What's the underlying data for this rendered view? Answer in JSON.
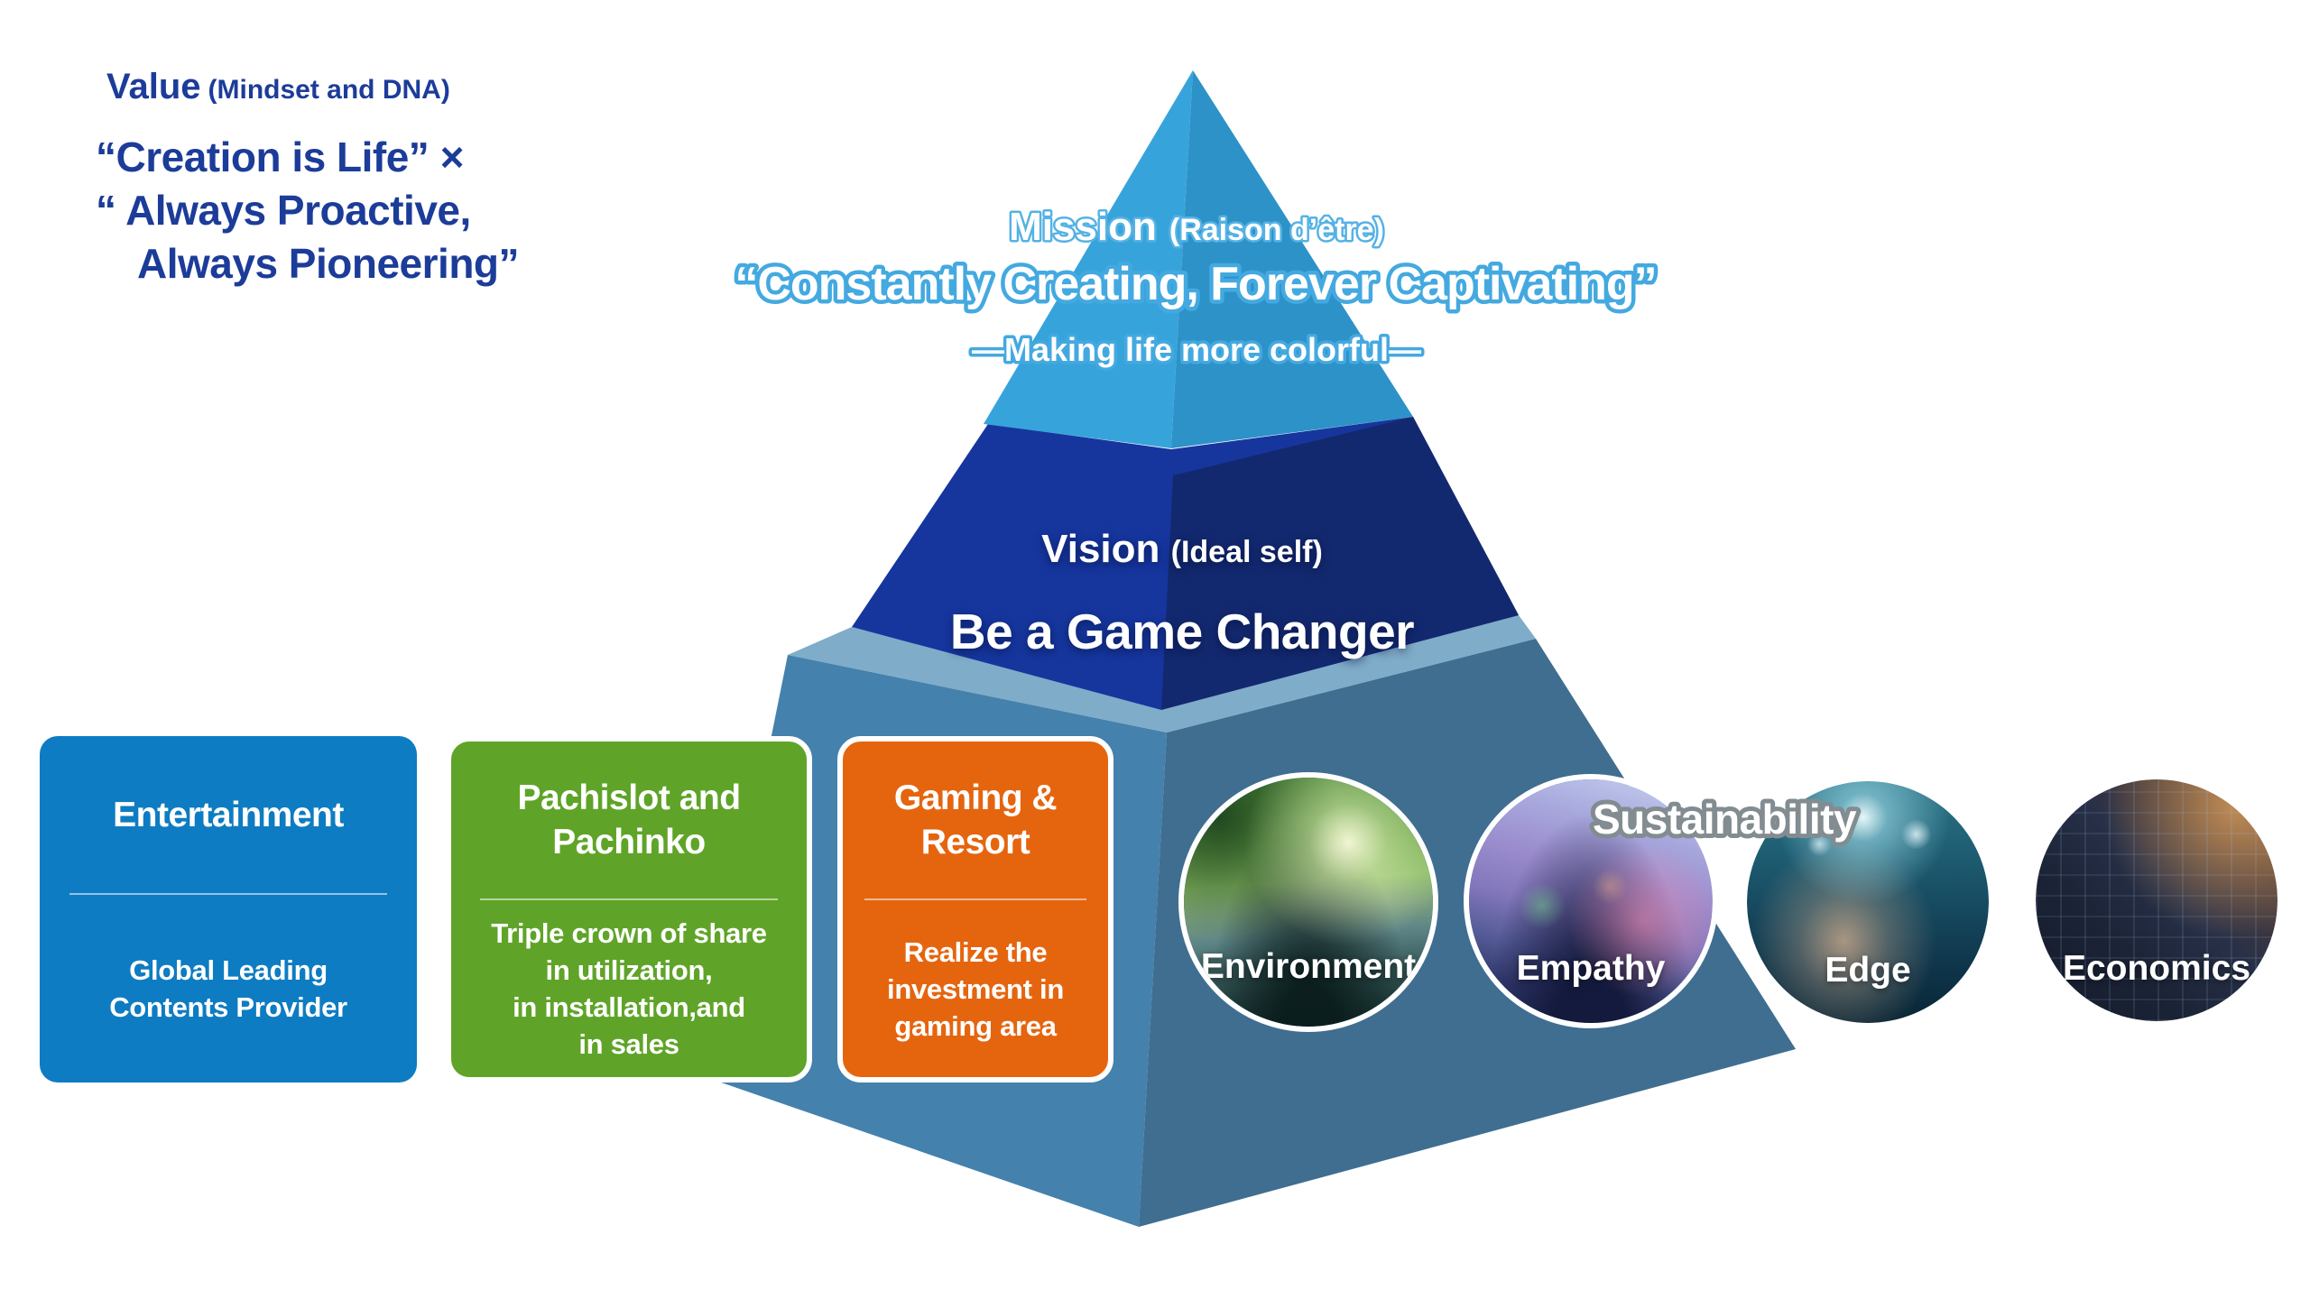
{
  "value": {
    "heading": "Value",
    "heading_note": "(Mindset and DNA)",
    "quote_line1": "“Creation is Life” ×",
    "quote_line2": "“ Always Proactive,",
    "quote_line3": "Always Pioneering”"
  },
  "mission": {
    "title": "Mission",
    "title_note": "(Raison d’être)",
    "quote": "“Constantly Creating, Forever Captivating”",
    "tagline": "—Making life more colorful—"
  },
  "vision": {
    "title": "Vision",
    "title_note": "(Ideal self)",
    "statement": "Be a Game Changer"
  },
  "segments": [
    {
      "id": "entertainment",
      "title_lines": [
        "Entertainment"
      ],
      "description_lines": [
        "Global Leading",
        "Contents Provider"
      ],
      "color": "#0E7CC2"
    },
    {
      "id": "pachislot-and-pachinko",
      "title_lines": [
        "Pachislot and",
        "Pachinko"
      ],
      "description_lines": [
        "Triple crown of share",
        "in utilization,",
        "in installation,and",
        "in sales"
      ],
      "color": "#5FA428"
    },
    {
      "id": "gaming-and-resort",
      "title_lines": [
        "Gaming &",
        "Resort"
      ],
      "description_lines": [
        "Realize the",
        "investment in",
        "gaming area"
      ],
      "color": "#E5650F"
    }
  ],
  "sustainability": {
    "label": "Sustainability",
    "items": [
      {
        "label": "Environment",
        "image": "forest-stream-photo"
      },
      {
        "label": "Empathy",
        "image": "concert-crowd-photo"
      },
      {
        "label": "Edge",
        "image": "hand-touching-network-photo"
      },
      {
        "label": "Economics",
        "image": "stock-charts-screen-photo"
      }
    ]
  },
  "colors": {
    "tier1_left": "#37A3DB",
    "tier1_right": "#2C92C8",
    "tier2_left": "#16369E",
    "tier2_right": "#13296F",
    "ledge": "#7FACC8",
    "tier3_left": "#4481AC",
    "tier3_right": "#3F6E90",
    "value_text": "#1C3C99",
    "mission_outline": "#44A9E0",
    "sustainability_outline": "#828C91"
  }
}
